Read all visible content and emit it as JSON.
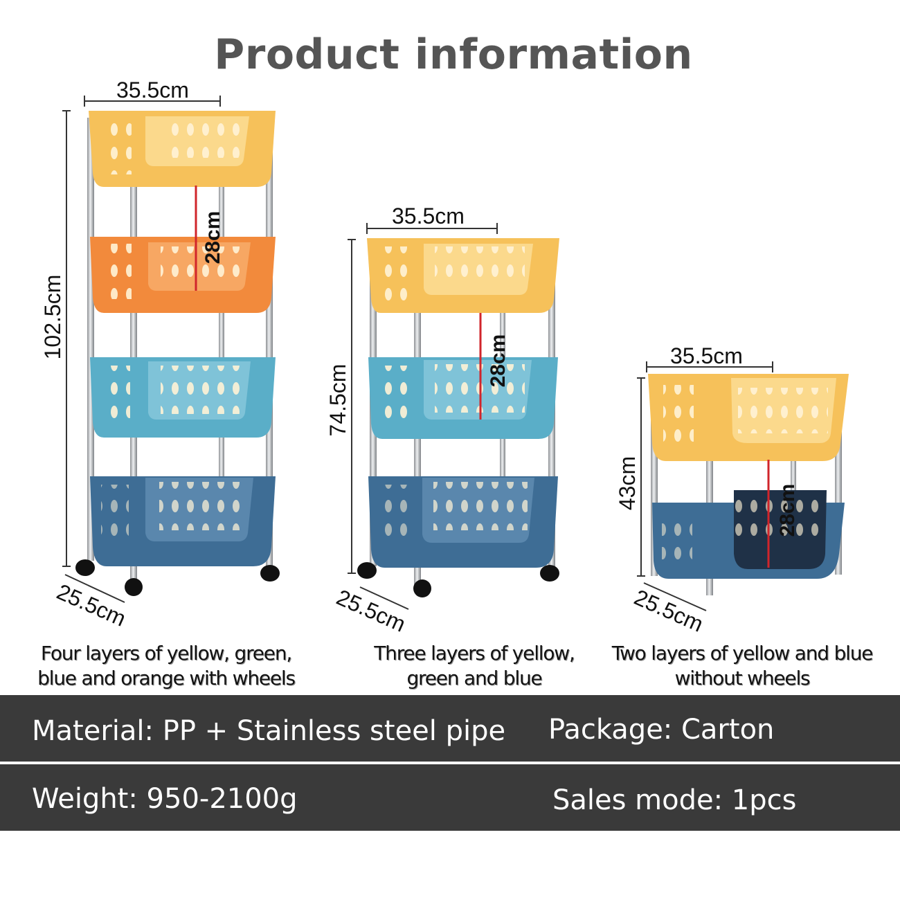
{
  "title": "Product information",
  "products": [
    {
      "width_label": "35.5cm",
      "height_label": "102.5cm",
      "layer_gap_label": "28cm",
      "depth_label": "25.5cm",
      "caption_line1": "Four layers of yellow, green,",
      "caption_line2": "blue and orange with wheels"
    },
    {
      "width_label": "35.5cm",
      "height_label": "74.5cm",
      "layer_gap_label": "28cm",
      "depth_label": "25.5cm",
      "caption_line1": "Three layers of yellow,",
      "caption_line2": "green and blue"
    },
    {
      "width_label": "35.5cm",
      "height_label": "43cm",
      "layer_gap_label": "28cm",
      "depth_label": "25.5cm",
      "caption_line1": "Two layers of yellow and blue",
      "caption_line2": "without wheels"
    }
  ],
  "specs": {
    "material": "Material: PP + Stainless steel pipe",
    "package": "Package: Carton",
    "weight": "Weight: 950-2100g",
    "sales_mode": "Sales mode: 1pcs"
  },
  "colors": {
    "yellow": "#f6c15a",
    "orange": "#f28a3c",
    "teal": "#5aaec8",
    "navy": "#3e6d95",
    "steel": "#b9bcbf",
    "band": "#3a3a3a",
    "measure_red": "#d0252b"
  }
}
